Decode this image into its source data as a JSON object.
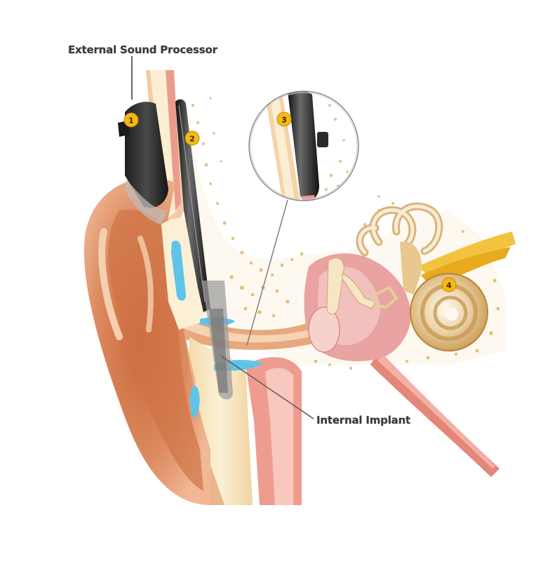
{
  "diagram": {
    "subject": "Cochlear implant placement in the ear",
    "labels": {
      "external_sound_processor": "External Sound Processor",
      "internal_implant": "Internal Implant"
    },
    "callouts": [
      {
        "number": "1",
        "target": "external sound processor (behind-the-ear unit)"
      },
      {
        "number": "2",
        "target": "transmitter coil / headpiece"
      },
      {
        "number": "3",
        "target": "internal receiver (magnified inset)"
      },
      {
        "number": "4",
        "target": "cochlea / auditory nerve"
      }
    ],
    "badge_numbers": {
      "b1": "1",
      "b2": "2",
      "b3": "3",
      "b4": "4"
    },
    "colors": {
      "skin": "#e8a27c",
      "skin_dark": "#c8683e",
      "bone": "#f7e9c4",
      "cartilage_blue": "#5fc4e8",
      "device": "#2b2b2b",
      "badge": "#f5b815",
      "middle_ear": "#e9a3a0",
      "cochlea": "#e8c890",
      "nerve": "#f2c341"
    }
  }
}
